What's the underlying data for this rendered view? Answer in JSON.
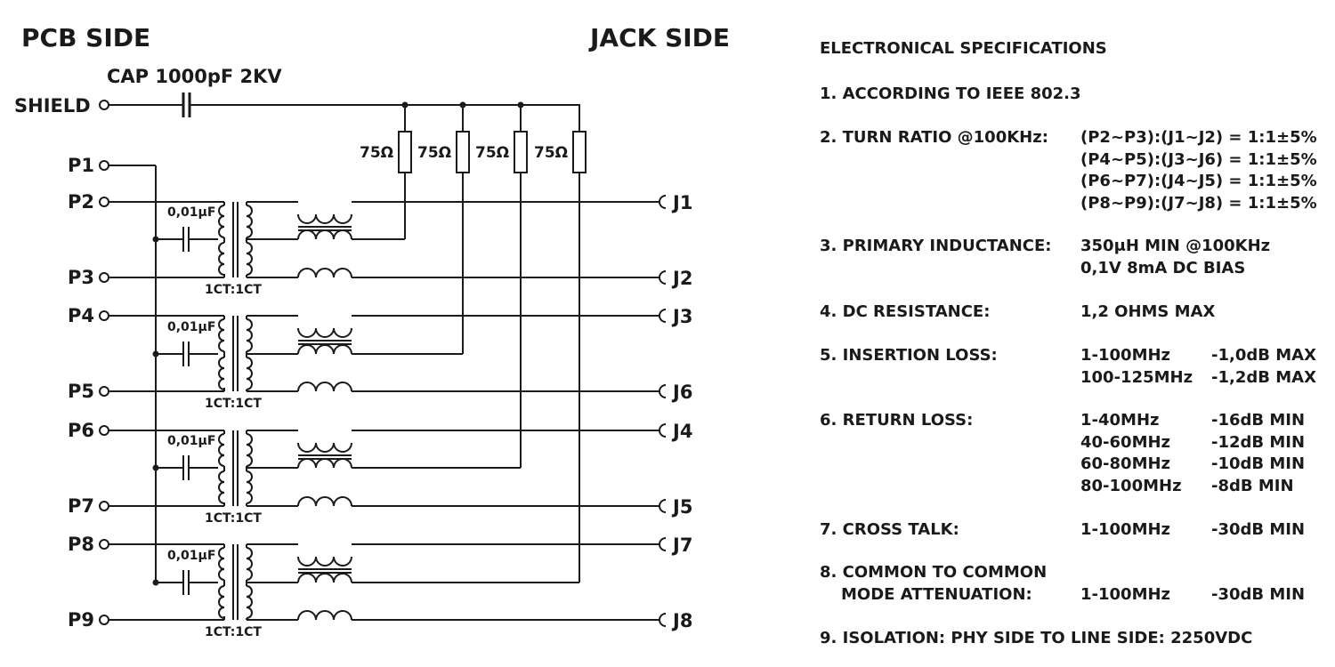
{
  "schematic": {
    "pcb_side_title": "PCB SIDE",
    "jack_side_title": "JACK SIDE",
    "cap_label": "CAP 1000pF 2KV",
    "shield_label": "SHIELD",
    "resistor_label": "75Ω",
    "transformer_label": "1CT:1CT",
    "cap_small_label": "0,01μF",
    "pins_left": [
      "P1",
      "P2",
      "P3",
      "P4",
      "P5",
      "P6",
      "P7",
      "P8",
      "P9"
    ],
    "pins_right": [
      "J1",
      "J2",
      "J3",
      "J6",
      "J4",
      "J5",
      "J7",
      "J8"
    ]
  },
  "specs": {
    "title": "ELECTRONICAL SPECIFICATIONS",
    "items": [
      {
        "label": "1. ACCORDING TO IEEE 802.3"
      },
      {
        "label": "2. TURN RATIO @100KHz:",
        "values": [
          "(P2~P3):(J1~J2) = 1:1±5%",
          "(P4~P5):(J3~J6) = 1:1±5%",
          "(P6~P7):(J4~J5) = 1:1±5%",
          "(P8~P9):(J7~J8) = 1:1±5%"
        ]
      },
      {
        "label": "3. PRIMARY INDUCTANCE:",
        "values": [
          "350μH MIN @100KHz",
          "0,1V 8mA DC BIAS"
        ]
      },
      {
        "label": "4. DC RESISTANCE:",
        "values": [
          "1,2 OHMS MAX"
        ]
      },
      {
        "label": "5. INSERTION LOSS:",
        "rows": [
          [
            "1-100MHz",
            "-1,0dB MAX"
          ],
          [
            "100-125MHz",
            "-1,2dB MAX"
          ]
        ]
      },
      {
        "label": "6. RETURN LOSS:",
        "rows": [
          [
            "1-40MHz",
            "-16dB MIN"
          ],
          [
            "40-60MHz",
            "-12dB MIN"
          ],
          [
            "60-80MHz",
            "-10dB MIN"
          ],
          [
            "80-100MHz",
            "-8dB MIN"
          ]
        ]
      },
      {
        "label": "7. CROSS TALK:",
        "rows": [
          [
            "1-100MHz",
            "-30dB MIN"
          ]
        ]
      },
      {
        "label": "8. COMMON TO COMMON",
        "label2": "MODE ATTENUATION:",
        "rows": [
          [
            "1-100MHz",
            "-30dB MIN"
          ]
        ]
      },
      {
        "label": "9. ISOLATION: PHY SIDE TO LINE SIDE: 2250VDC"
      }
    ]
  }
}
